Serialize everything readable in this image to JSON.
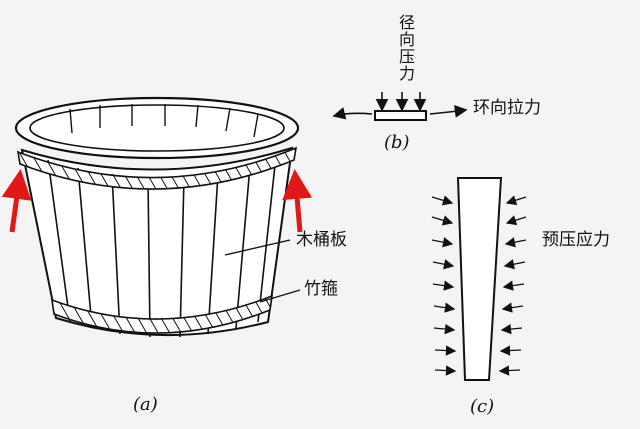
{
  "figure": {
    "panels": {
      "a": {
        "caption": "(a)",
        "labels": {
          "stave": "木桶板",
          "hoop": "竹箍"
        }
      },
      "b": {
        "caption": "(b)",
        "labels": {
          "radial": "径向压力",
          "hoop_tension": "环向拉力"
        }
      },
      "c": {
        "caption": "(c)",
        "labels": {
          "prestress": "预压应力"
        }
      }
    },
    "colors": {
      "ink": "#111111",
      "arrow_red": "#e01818",
      "background": "#f4f4f4"
    }
  }
}
